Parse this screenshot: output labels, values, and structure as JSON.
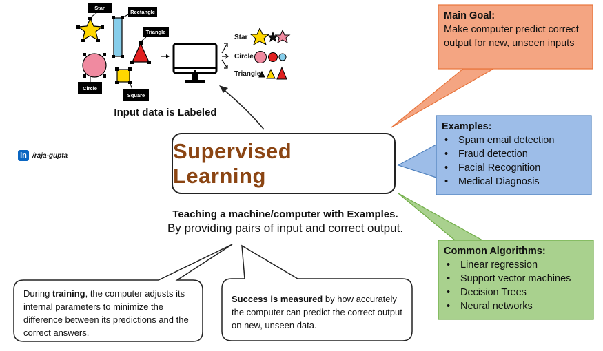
{
  "central": {
    "title": "Supervised  Learning"
  },
  "teaching": {
    "line1": "Teaching a machine/computer with Examples.",
    "line2": "By providing pairs of input and correct output."
  },
  "main_goal": {
    "heading": "Main Goal:",
    "text": "Make computer predict correct output for new, unseen inputs",
    "color": "#f4a582",
    "border": "#e8743b"
  },
  "examples": {
    "heading": "Examples:",
    "items": [
      "Spam email detection",
      "Fraud detection",
      "Facial Recognition",
      "Medical Diagnosis"
    ],
    "color": "#9dbde8",
    "border": "#4f81bd"
  },
  "algorithms": {
    "heading": "Common Algorithms:",
    "items": [
      "Linear regression",
      "Support vector machines",
      "Decision Trees",
      "Neural networks"
    ],
    "color": "#a9d18e",
    "border": "#70ad47"
  },
  "notes": {
    "training_pre": "During ",
    "training_bold": "training",
    "training_post": ", the computer adjusts its internal parameters to minimize the difference between its predictions and the correct answers.",
    "success_bold": "Success is measured",
    "success_post": " by how accurately the computer can predict the correct output on new, unseen data."
  },
  "input": {
    "caption": "Input data is Labeled",
    "tags": {
      "star": "Star",
      "rectangle": "Rectangle",
      "triangle": "Triangle",
      "circle": "Circle",
      "square": "Square"
    }
  },
  "predictions": {
    "star": "Star",
    "circle": "Circle",
    "triangle": "Triangle"
  },
  "branding": {
    "icon": "linkedin-icon",
    "icon_text": "in",
    "handle": "/raja-gupta"
  }
}
